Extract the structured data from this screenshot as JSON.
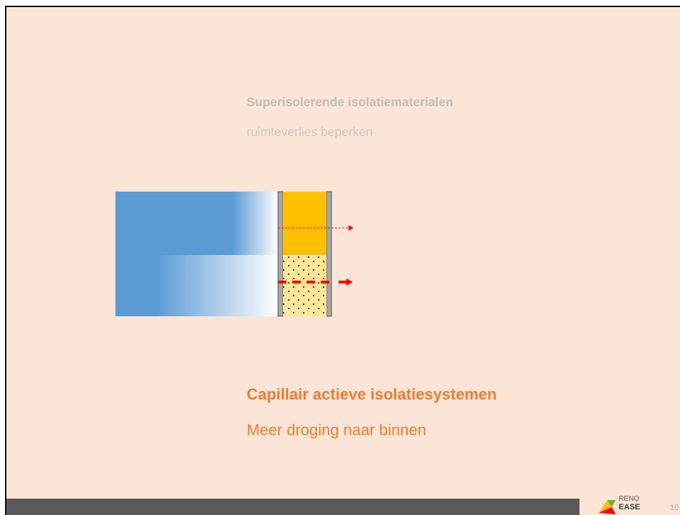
{
  "slide": {
    "section_1": {
      "title": "Superisolerende isolatiematerialen",
      "subtitle": "ruimteverlies beperken"
    },
    "section_2": {
      "title": "Capillair actieve isolatiesystemen",
      "subtitle": "Meer droging naar binnen"
    },
    "logo": {
      "line_1": "RENO",
      "line_2": "EASE"
    },
    "page_number": "10"
  },
  "colors": {
    "background": "#fbe5d6",
    "footer_bar": "#595959",
    "insulation_top": "#ffc000",
    "insulation_bottom": "#ffe699",
    "wall_gradient": "#5b9bd5",
    "arrow": "#ff0000",
    "accent_text": "#ed7d31"
  }
}
